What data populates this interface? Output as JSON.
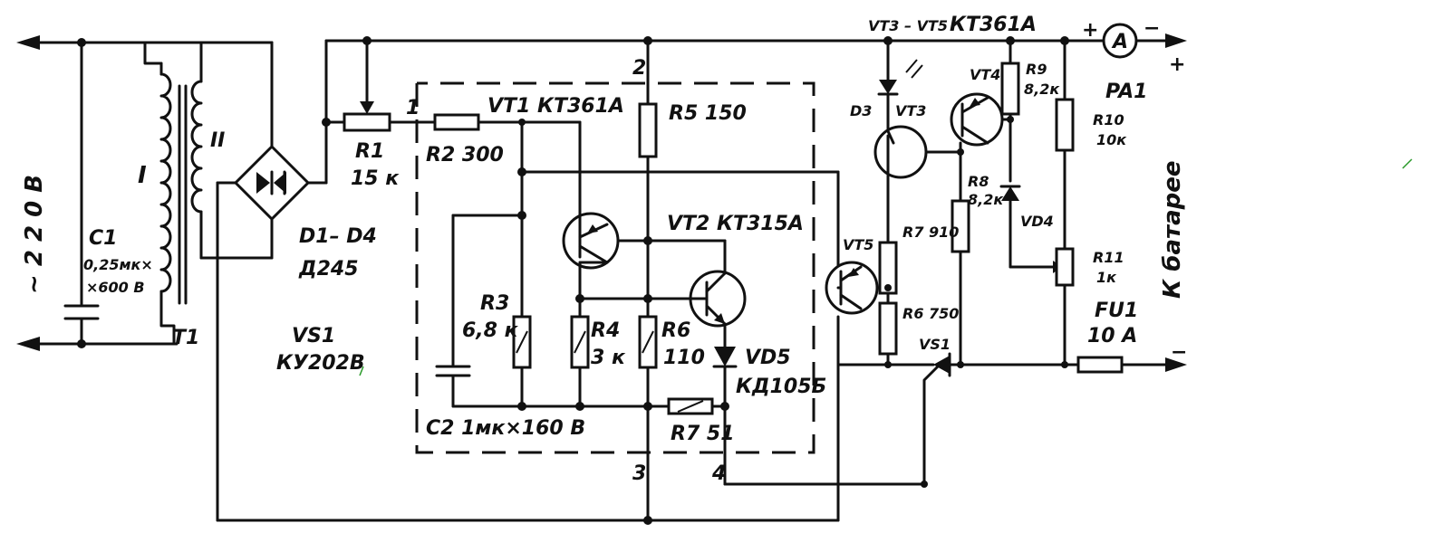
{
  "diagram": {
    "labels": {
      "mains": "~ 2 2 0  В",
      "c1_name": "C1",
      "c1_val1": "0,25мк×",
      "c1_val2": "×600 В",
      "winding1": "I",
      "winding2": "II",
      "t1": "T1",
      "d1d4": "D1– D4",
      "d245": "Д245",
      "vs1_main": "VS1",
      "ku202v": "КУ202В",
      "r1_name": "R1",
      "r1_val": "15 к",
      "node1": "1",
      "node2": "2",
      "node3": "3",
      "node4": "4",
      "r2": "R2  300",
      "vt1": "VT1  КТ361А",
      "r5": "R5  150",
      "vt2": "VT2  КТ315А",
      "r3_name": "R3",
      "r3_val": "6,8 к",
      "r4_name": "R4",
      "r4_val": "3 к",
      "r6_name": "R6",
      "r6_val": "110",
      "vd5_name": "VD5",
      "vd5_type": "КД105Б",
      "c2": "C2   1мк×160 В",
      "r7_51": "R7  51",
      "vt35_head": "VT3 – VT5",
      "vt35_type": "КТ361А",
      "d3": "D3",
      "vt3": "VT3",
      "vt4": "VT4",
      "vt5": "VT5",
      "r9_name": "R9",
      "r9_val": "8,2к",
      "r8_name": "R8",
      "r8_val": "8,2к",
      "r7_910": "R7  910",
      "r6_750": "R6  750",
      "vd4": "VD4",
      "vs1_right": "VS1",
      "r10_name": "R10",
      "r10_val": "10к",
      "r11_name": "R11",
      "r11_val": "1к",
      "pa1": "PA1",
      "ammeter": "A",
      "fu1_name": "FU1",
      "fu1_val": "10 А",
      "battery": "К  батарее",
      "plus_in": "+",
      "minus_in": "−",
      "plus_out": "+",
      "minus_out": "−"
    }
  }
}
